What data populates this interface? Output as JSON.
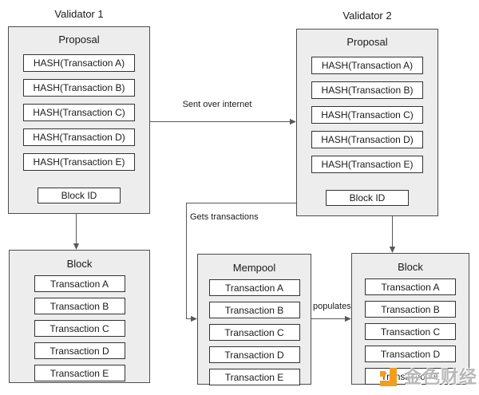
{
  "validator1": {
    "title": "Validator 1",
    "heading": "Proposal",
    "items": [
      "HASH(Transaction A)",
      "HASH(Transaction B)",
      "HASH(Transaction C)",
      "HASH(Transaction D)",
      "HASH(Transaction E)"
    ],
    "footer": "Block ID"
  },
  "validator2": {
    "title": "Validator 2",
    "heading": "Proposal",
    "items": [
      "HASH(Transaction A)",
      "HASH(Transaction B)",
      "HASH(Transaction C)",
      "HASH(Transaction D)",
      "HASH(Transaction E)"
    ],
    "footer": "Block ID"
  },
  "block_left": {
    "heading": "Block",
    "items": [
      "Transaction A",
      "Transaction B",
      "Transaction C",
      "Transaction D",
      "Transaction E"
    ]
  },
  "mempool": {
    "heading": "Mempool",
    "items": [
      "Transaction A",
      "Transaction B",
      "Transaction C",
      "Transaction D",
      "Transaction E"
    ]
  },
  "block_right": {
    "heading": "Block",
    "items": [
      "Transaction A",
      "Transaction B",
      "Transaction C",
      "Transaction D",
      "Transaction E"
    ]
  },
  "connector_labels": {
    "sent_over_internet": "Sent over internet",
    "gets_transactions": "Gets transactions",
    "populates": "populates"
  },
  "watermark": {
    "text": "金色财经"
  },
  "colors": {
    "box_fill": "#ededed",
    "box_border": "#4d4d4d",
    "item_fill": "#ffffff",
    "item_border": "#333333",
    "wire": "#595959",
    "text": "#1a1a1a",
    "watermark_orange": "#F49D1D",
    "watermark_gray": "rgba(158,158,158,0.72)"
  }
}
